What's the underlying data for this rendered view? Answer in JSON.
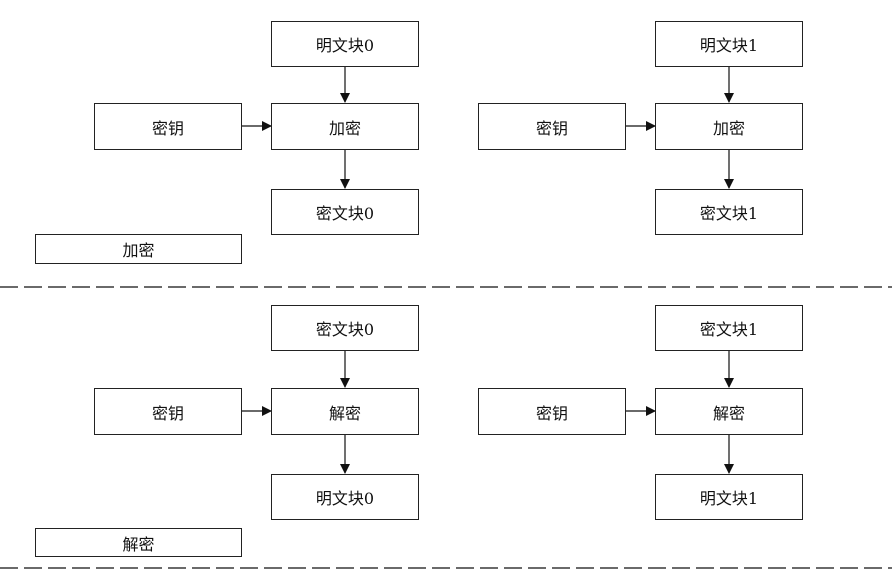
{
  "encrypt": {
    "section_label": "加密",
    "left": {
      "plain": "明文块0",
      "key": "密钥",
      "process": "加密",
      "cipher": "密文块0"
    },
    "right": {
      "plain": "明文块1",
      "key": "密钥",
      "process": "加密",
      "cipher": "密文块1"
    }
  },
  "decrypt": {
    "section_label": "解密",
    "left": {
      "cipher": "密文块0",
      "key": "密钥",
      "process": "解密",
      "plain": "明文块0"
    },
    "right": {
      "cipher": "密文块1",
      "key": "密钥",
      "process": "解密",
      "plain": "明文块1"
    }
  }
}
